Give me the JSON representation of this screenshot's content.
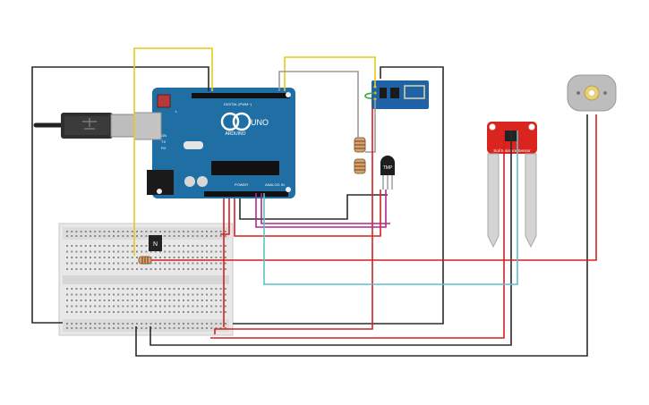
{
  "arduino": {
    "brand": "ARDUINO",
    "model": "UNO",
    "digital_label": "DIGITAL (PWM~)",
    "power_label": "POWER",
    "analog_label": "ANALOG IN",
    "tx_label": "TX",
    "rx_label": "RX",
    "on_label": "ON",
    "l_label": "L",
    "board_color": "#1f6ea4"
  },
  "transistor": {
    "label": "N"
  },
  "sensor": {
    "label": "TMP"
  },
  "soil_sensor": {
    "label": "Soil Moisture Sensor",
    "color": "#d9251d"
  },
  "wire_colors": {
    "black": "#2b2b2b",
    "red": "#d42020",
    "yellow": "#e8c91a",
    "gray": "#9a9a9a",
    "teal": "#5fbfc8",
    "magenta": "#b02a8a",
    "green": "#3aa63a"
  }
}
